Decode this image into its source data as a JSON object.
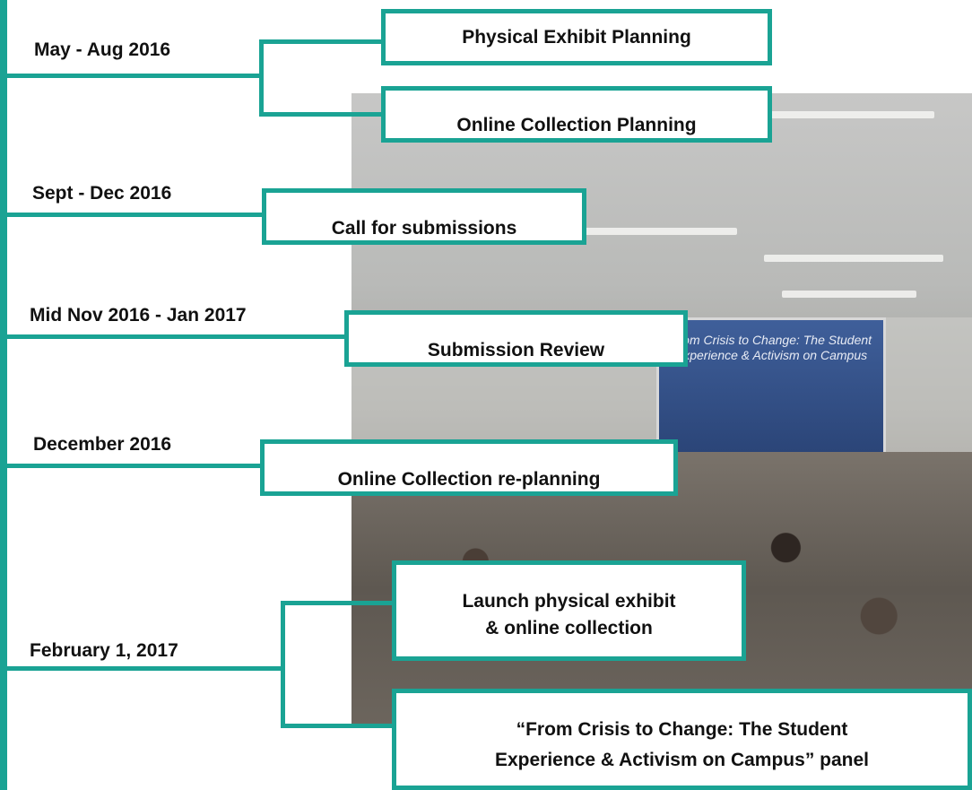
{
  "colors": {
    "accent": "#1aa394",
    "text": "#111111"
  },
  "timeline": [
    {
      "date": "May - Aug 2016",
      "events": [
        "Physical Exhibit Planning",
        "Online Collection Planning"
      ]
    },
    {
      "date": "Sept - Dec 2016",
      "events": [
        "Call for submissions"
      ]
    },
    {
      "date": "Mid Nov 2016 - Jan 2017",
      "events": [
        "Submission Review"
      ]
    },
    {
      "date": "December 2016",
      "events": [
        "Online Collection re-planning"
      ]
    },
    {
      "date": "February 1, 2017",
      "events": [
        {
          "line1": "Launch physical exhibit",
          "line2": "& online collection"
        },
        {
          "line1": "“From Crisis to Change: The Student",
          "line2": "Experience & Activism on Campus” panel"
        }
      ]
    }
  ],
  "photo": {
    "screen_text": "From Crisis to Change: The Student Experience & Activism on Campus"
  }
}
